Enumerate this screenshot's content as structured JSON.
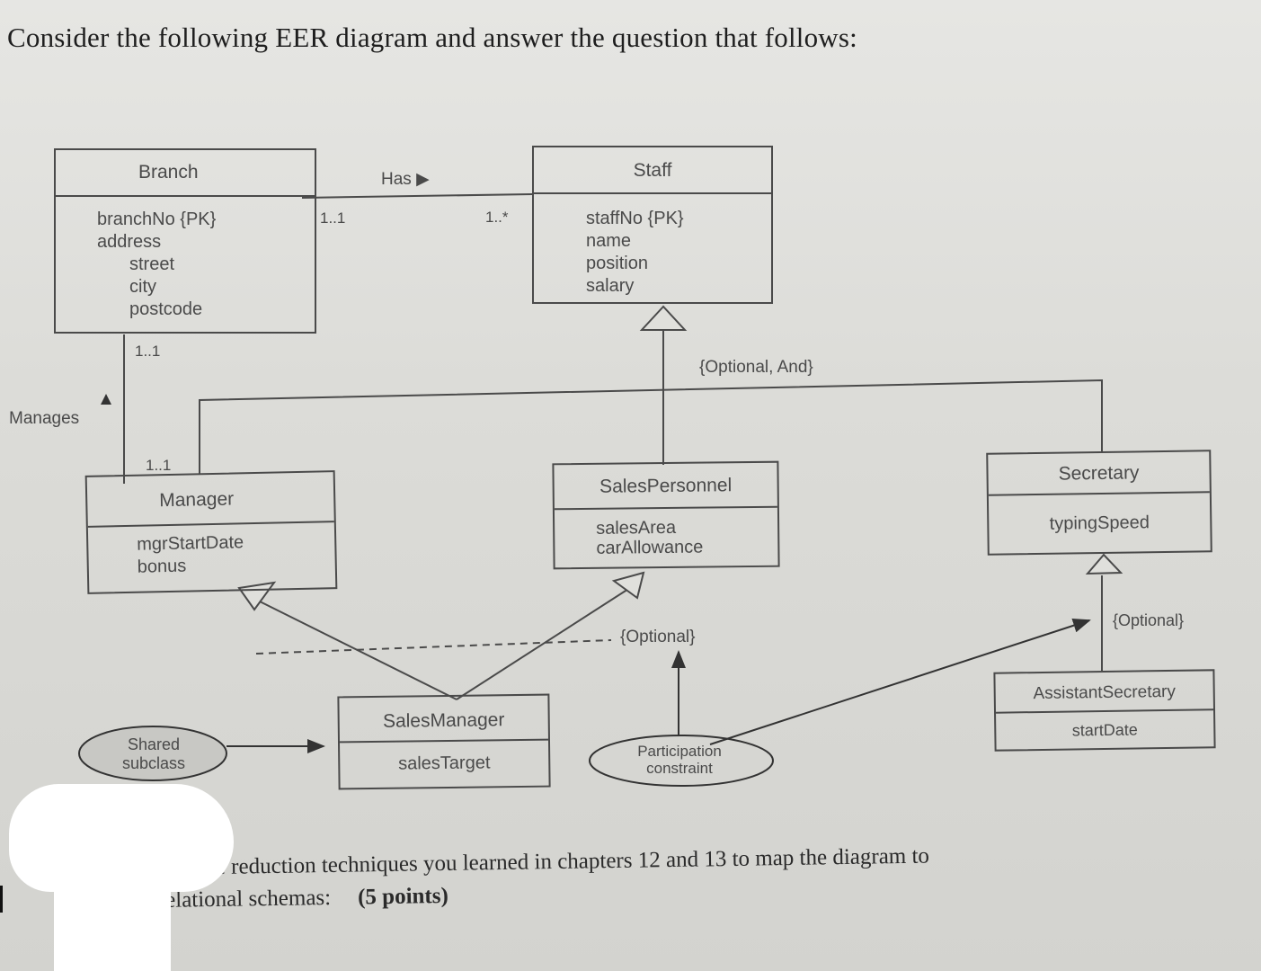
{
  "question": {
    "heading": "Consider the following EER diagram and answer the question that follows:",
    "instruction_line1": "Use the reduction techniques you learned in chapters 12 and 13 to map the diagram to",
    "instruction_line2": "relational schemas:",
    "points": "(5 points)"
  },
  "entities": {
    "branch": {
      "name": "Branch",
      "attributes": [
        "branchNo {PK}",
        "address",
        "street",
        "city",
        "postcode"
      ]
    },
    "staff": {
      "name": "Staff",
      "attributes": [
        "staffNo {PK}",
        "name",
        "position",
        "salary"
      ]
    },
    "manager": {
      "name": "Manager",
      "attributes": [
        "mgrStartDate",
        "bonus"
      ]
    },
    "sales_personnel": {
      "name": "SalesPersonnel",
      "attributes": [
        "salesArea",
        "carAllowance"
      ]
    },
    "secretary": {
      "name": "Secretary",
      "attributes": [
        "typingSpeed"
      ]
    },
    "sales_manager": {
      "name": "SalesManager",
      "attributes": [
        "salesTarget"
      ]
    },
    "assistant_secretary": {
      "name": "AssistantSecretary",
      "attributes": [
        "startDate"
      ]
    }
  },
  "relationships": {
    "has": {
      "label": "Has ▶",
      "branch_multiplicity": "1..1",
      "staff_multiplicity": "1..*"
    },
    "manages": {
      "label": "Manages",
      "branch_multiplicity": "1..1",
      "manager_multiplicity": "1..1"
    }
  },
  "constraints": {
    "staff_specialization": "{Optional, And}",
    "sales_manager": "{Optional}",
    "assistant_secretary": "{Optional}"
  },
  "notes": {
    "shared_subclass": "Shared subclass",
    "participation_constraint": "Participation constraint"
  }
}
